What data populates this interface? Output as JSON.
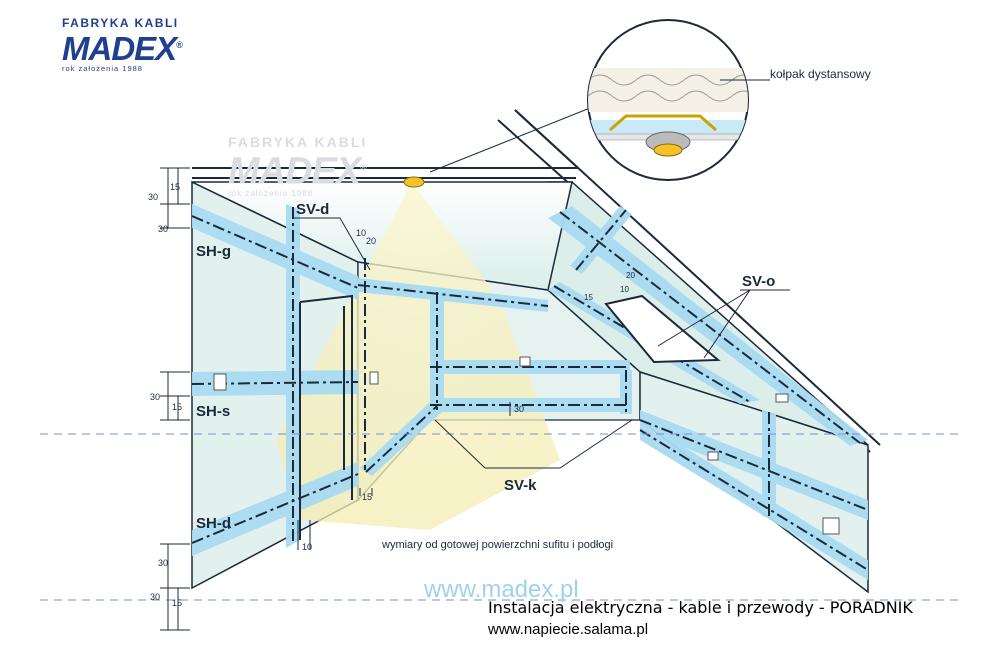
{
  "logo": {
    "top": "FABRYKA KABLI",
    "brand": "MADEX",
    "registered": "®",
    "year": "rok założenia 1988"
  },
  "watermark": {
    "top": "FABRYKA KABLI",
    "brand": "MADEX",
    "registered": "®",
    "year": "rok założenia 1988"
  },
  "labels": {
    "sv_d": "SV-d",
    "sv_o": "SV-o",
    "sv_k": "SV-k",
    "sh_g": "SH-g",
    "sh_s": "SH-s",
    "sh_d": "SH-d",
    "kolpak": "kołpak dystansowy",
    "note": "wymiary od gotowej powierzchni sufitu i podłogi"
  },
  "dims": {
    "d15": "15",
    "d30": "30",
    "d10": "10",
    "d20": "20"
  },
  "footer": {
    "url": "www.madex.pl",
    "title": "Instalacja elektryczna - kable i przewody - PORADNIK",
    "site": "www.napiecie.salama.pl"
  },
  "colors": {
    "band": "#a9dbf2",
    "wall": "#e3f1ee",
    "light": "#f8f2c2",
    "line": "#1b2a3a",
    "brand": "#1f3f8f"
  }
}
